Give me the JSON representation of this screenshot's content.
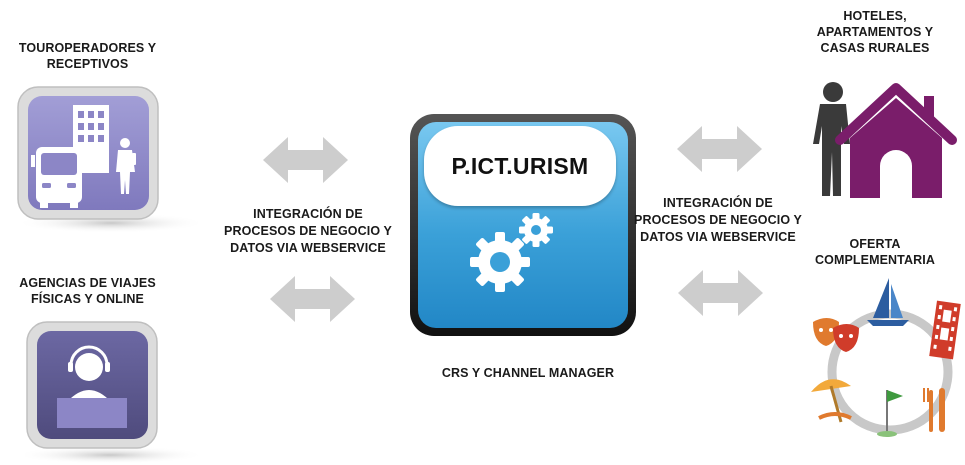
{
  "left": {
    "touroperators_line1": "TOUROPERADORES Y",
    "touroperators_line2": "RECEPTIVOS",
    "agencies_line1": "AGENCIAS DE VIAJES",
    "agencies_line2": "FÍSICAS Y ONLINE"
  },
  "center": {
    "brand": "P.ICT.URISM",
    "caption": "CRS Y CHANNEL MANAGER"
  },
  "integration": {
    "left_line1": "INTEGRACIÓN  DE",
    "left_line2": "PROCESOS DE NEGOCIO Y",
    "left_line3": "DATOS VIA WEBSERVICE",
    "right_line1": "INTEGRACIÓN  DE",
    "right_line2": "PROCESOS DE NEGOCIO Y",
    "right_line3": "DATOS VIA WEBSERVICE"
  },
  "right": {
    "hotels_line1": "HOTELES,",
    "hotels_line2": "APARTAMENTOS Y",
    "hotels_line3": "CASAS RURALES",
    "offer_line1": "OFERTA",
    "offer_line2": "COMPLEMENTARIA"
  },
  "colors": {
    "tile_purple": "#8c86c6",
    "tile_dark_purple": "#5e5a8e",
    "tile_frame": "#d9d9d9",
    "center_blue": "#3aa0d8",
    "arrow_gray": "#cfcfcf",
    "house_magenta": "#7a1d6a",
    "text": "#1a1a1a"
  }
}
